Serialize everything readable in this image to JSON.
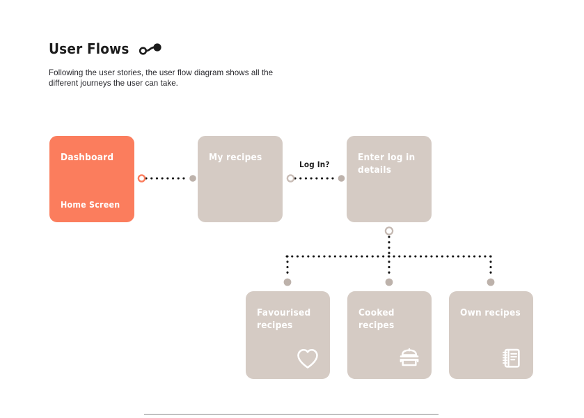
{
  "header": {
    "title": "User Flows",
    "title_icon": "flow-node-icon",
    "subtitle": "Following the user stories, the user flow diagram shows all the different journeys the user can take."
  },
  "theme": {
    "background": "#ffffff",
    "card_beige": "#d5cbc4",
    "card_coral": "#fb7d5d",
    "card_text": "#ffffff",
    "body_text": "#26262b",
    "title_text": "#1c1c1c",
    "connector_dot": "#000000",
    "connector_node_coral": "#fb7d5d",
    "connector_node_grey": "#bdb2ab",
    "divider": "#8a8a8a"
  },
  "diagram": {
    "type": "user-flow",
    "nodes": [
      {
        "id": "dashboard",
        "title": "Dashboard",
        "subtitle": "Home Screen",
        "color": "coral",
        "icon": null,
        "row": 1
      },
      {
        "id": "my-recipes",
        "title": "My recipes",
        "subtitle": null,
        "color": "beige",
        "icon": null,
        "row": 1
      },
      {
        "id": "login-details",
        "title": "Enter log in details",
        "subtitle": null,
        "color": "beige",
        "icon": null,
        "row": 1
      },
      {
        "id": "favourised-recipes",
        "title": "Favourised recipes",
        "subtitle": null,
        "color": "beige",
        "icon": "heart-icon",
        "row": 2
      },
      {
        "id": "cooked-recipes",
        "title": "Cooked recipes",
        "subtitle": null,
        "color": "beige",
        "icon": "cooking-pot-icon",
        "row": 2
      },
      {
        "id": "own-recipes",
        "title": "Own recipes",
        "subtitle": null,
        "color": "beige",
        "icon": "recipe-notebook-icon",
        "row": 2
      }
    ],
    "edges": [
      {
        "from": "dashboard",
        "to": "my-recipes",
        "label": null,
        "style": "dotted"
      },
      {
        "from": "my-recipes",
        "to": "login-details",
        "label": "Log In?",
        "style": "dotted"
      },
      {
        "from": "login-details",
        "to": "favourised-recipes",
        "label": null,
        "style": "dotted"
      },
      {
        "from": "login-details",
        "to": "cooked-recipes",
        "label": null,
        "style": "dotted"
      },
      {
        "from": "login-details",
        "to": "own-recipes",
        "label": null,
        "style": "dotted"
      }
    ]
  }
}
